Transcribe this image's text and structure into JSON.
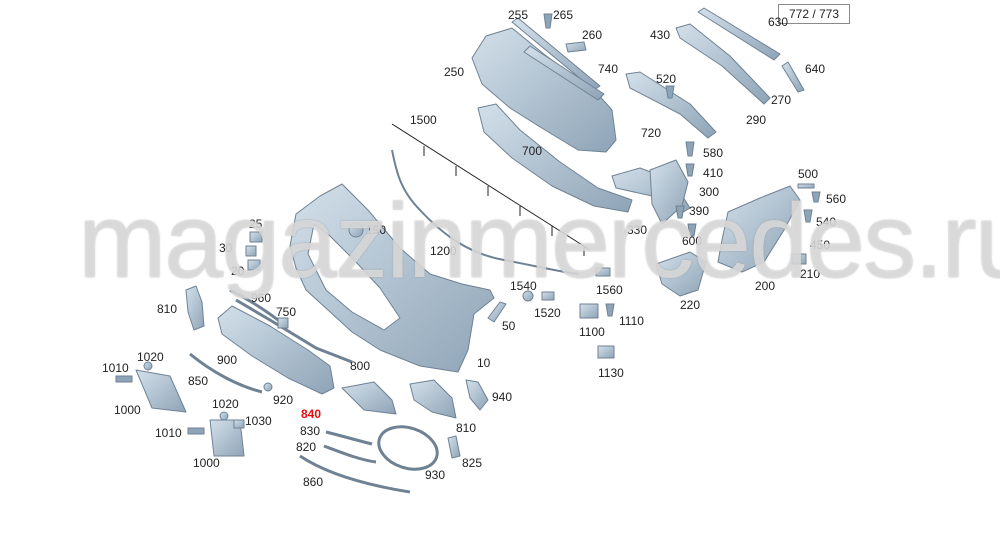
{
  "page_ref": "772 / 773",
  "watermark": "magazinmercedes.ru",
  "colors": {
    "part_fill": "#b4c6d6",
    "part_stroke": "#6f8294",
    "line": "#222222",
    "highlight": "#e01010"
  },
  "callouts": [
    {
      "id": "c255",
      "text": "255"
    },
    {
      "id": "c265",
      "text": "265"
    },
    {
      "id": "c260",
      "text": "260"
    },
    {
      "id": "c430",
      "text": "430"
    },
    {
      "id": "c630",
      "text": "630"
    },
    {
      "id": "c640",
      "text": "640"
    },
    {
      "id": "c250",
      "text": "250"
    },
    {
      "id": "c740",
      "text": "740"
    },
    {
      "id": "c520",
      "text": "520"
    },
    {
      "id": "c270",
      "text": "270"
    },
    {
      "id": "c290",
      "text": "290"
    },
    {
      "id": "c1500",
      "text": "1500"
    },
    {
      "id": "c720",
      "text": "720"
    },
    {
      "id": "c700",
      "text": "700"
    },
    {
      "id": "c580",
      "text": "580"
    },
    {
      "id": "c410",
      "text": "410"
    },
    {
      "id": "c300",
      "text": "300"
    },
    {
      "id": "c500",
      "text": "500"
    },
    {
      "id": "c560",
      "text": "560"
    },
    {
      "id": "c390",
      "text": "390"
    },
    {
      "id": "c540",
      "text": "540"
    },
    {
      "id": "c25",
      "text": "25"
    },
    {
      "id": "c150",
      "text": "150"
    },
    {
      "id": "c330",
      "text": "330"
    },
    {
      "id": "c600",
      "text": "600"
    },
    {
      "id": "c30",
      "text": "30"
    },
    {
      "id": "c450",
      "text": "450"
    },
    {
      "id": "c1200",
      "text": "1200"
    },
    {
      "id": "c20",
      "text": "20"
    },
    {
      "id": "c210",
      "text": "210"
    },
    {
      "id": "c1540",
      "text": "1540"
    },
    {
      "id": "c1560",
      "text": "1560"
    },
    {
      "id": "c200",
      "text": "200"
    },
    {
      "id": "c960",
      "text": "960"
    },
    {
      "id": "c220",
      "text": "220"
    },
    {
      "id": "c810a",
      "text": "810"
    },
    {
      "id": "c750",
      "text": "750"
    },
    {
      "id": "c1520",
      "text": "1520"
    },
    {
      "id": "c1110",
      "text": "1110"
    },
    {
      "id": "c50",
      "text": "50"
    },
    {
      "id": "c1100",
      "text": "1100"
    },
    {
      "id": "c1020a",
      "text": "1020"
    },
    {
      "id": "c900",
      "text": "900"
    },
    {
      "id": "c800",
      "text": "800"
    },
    {
      "id": "c10",
      "text": "10"
    },
    {
      "id": "c1010a",
      "text": "1010"
    },
    {
      "id": "c1130",
      "text": "1130"
    },
    {
      "id": "c850",
      "text": "850"
    },
    {
      "id": "c940",
      "text": "940"
    },
    {
      "id": "c920",
      "text": "920"
    },
    {
      "id": "c1000a",
      "text": "1000"
    },
    {
      "id": "c1020b",
      "text": "1020"
    },
    {
      "id": "c840",
      "text": "840",
      "highlight": true
    },
    {
      "id": "c1030",
      "text": "1030"
    },
    {
      "id": "c810b",
      "text": "810"
    },
    {
      "id": "c830",
      "text": "830"
    },
    {
      "id": "c1010b",
      "text": "1010"
    },
    {
      "id": "c820",
      "text": "820"
    },
    {
      "id": "c825",
      "text": "825"
    },
    {
      "id": "c1000b",
      "text": "1000"
    },
    {
      "id": "c930",
      "text": "930"
    },
    {
      "id": "c860",
      "text": "860"
    }
  ]
}
